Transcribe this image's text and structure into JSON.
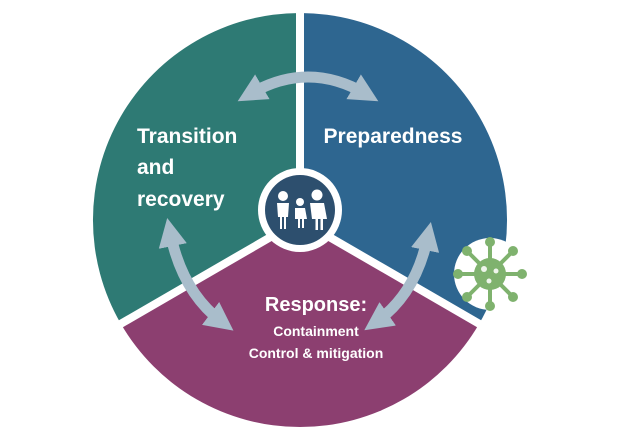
{
  "segments": {
    "transition": {
      "lines": [
        "Transition",
        "and",
        "recovery"
      ],
      "color": "#2E7A74"
    },
    "preparedness": {
      "label": "Preparedness",
      "color": "#2E6690"
    },
    "response": {
      "title": "Response:",
      "sub1": "Containment",
      "sub2": "Control & mitigation",
      "color": "#8C3F70"
    }
  },
  "colors": {
    "divider": "#ffffff",
    "arrow": "#A9BDCB",
    "center_ring": "#2D4F6E",
    "people": "#2D4F6E",
    "virus": "#7FB26E",
    "virus_core": "#EFF5EC"
  },
  "icons": {
    "center": "people-icon",
    "virus": "virus-icon"
  }
}
